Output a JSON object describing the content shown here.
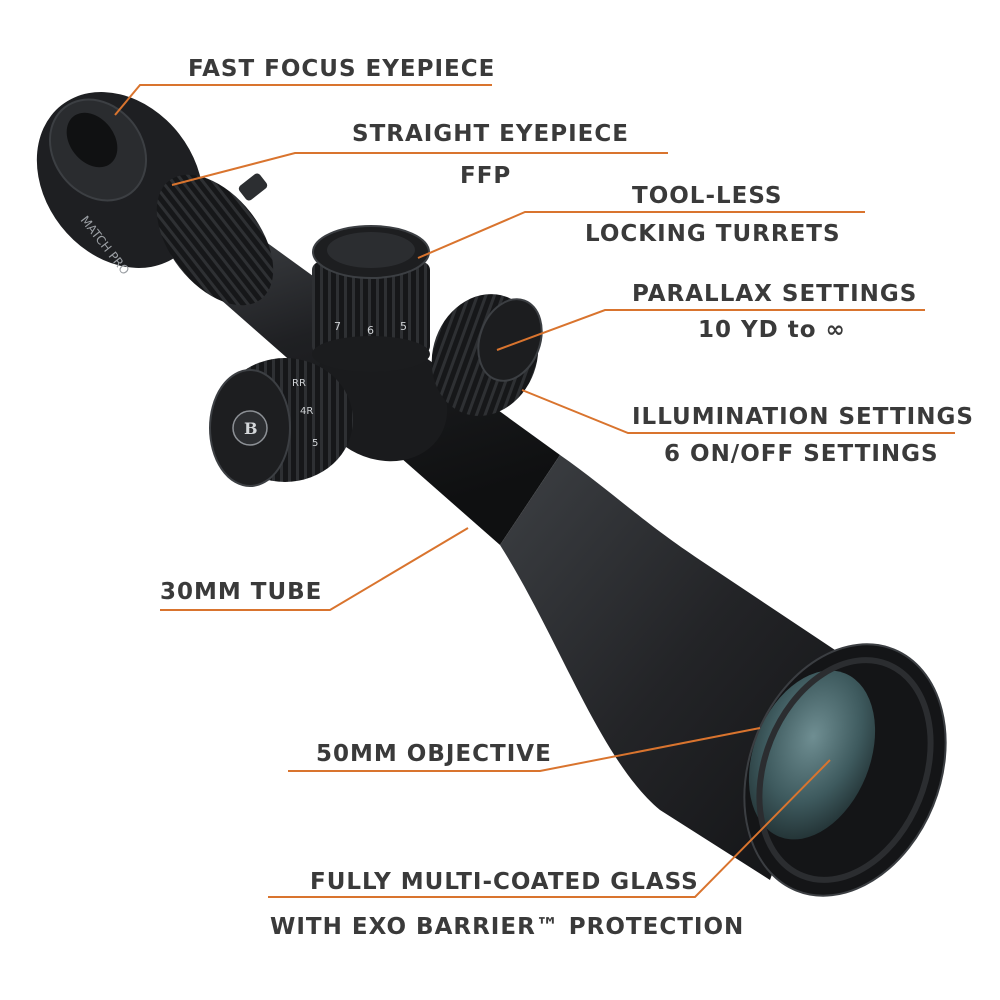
{
  "colors": {
    "leader": "#d9742e",
    "text": "#3a3a3a",
    "body": "#1c1d1f",
    "body_light": "#3b3d40",
    "lens": "#4f6f74"
  },
  "scope": {
    "eyepiece_text": "MATCH PRO",
    "brand_logo": "B",
    "elevation_marks": [
      "7",
      "6",
      "5"
    ],
    "windage_marks": [
      "RR",
      "4R",
      "5"
    ]
  },
  "callouts": [
    {
      "id": "fast-focus",
      "lines": [
        "FAST FOCUS EYEPIECE"
      ]
    },
    {
      "id": "straight-eyepiece",
      "lines": [
        "STRAIGHT EYEPIECE",
        "FFP"
      ]
    },
    {
      "id": "turrets",
      "lines": [
        "TOOL-LESS",
        "LOCKING TURRETS"
      ]
    },
    {
      "id": "parallax",
      "lines": [
        "PARALLAX SETTINGS",
        "10 YD to ∞"
      ]
    },
    {
      "id": "illumination",
      "lines": [
        "ILLUMINATION SETTINGS",
        "6 ON/OFF SETTINGS"
      ]
    },
    {
      "id": "tube",
      "lines": [
        "30MM TUBE"
      ]
    },
    {
      "id": "objective",
      "lines": [
        "50MM OBJECTIVE"
      ]
    },
    {
      "id": "glass",
      "lines": [
        "FULLY MULTI-COATED GLASS",
        "WITH EXO BARRIER™ PROTECTION"
      ]
    }
  ]
}
